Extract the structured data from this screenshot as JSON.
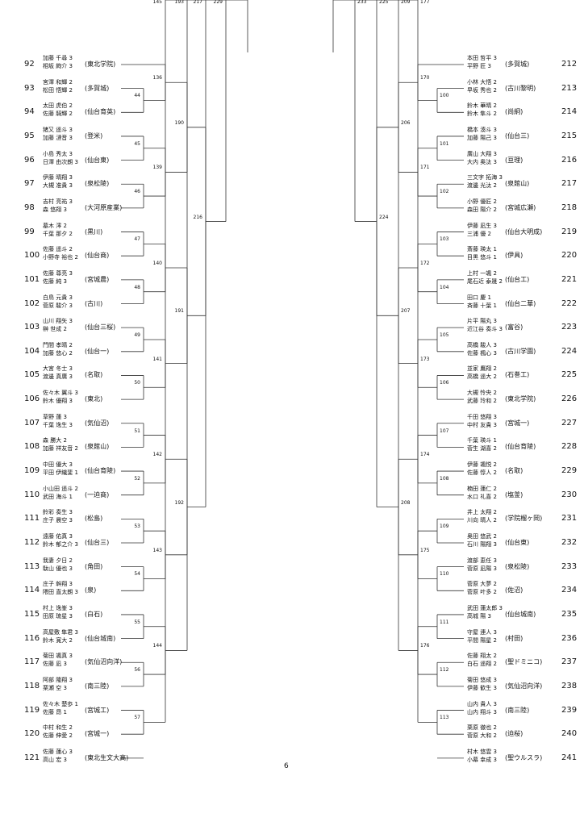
{
  "page_number": "6",
  "left_entries": [
    {
      "seed": "92",
      "players": [
        "加藤 千尋 3",
        "相坂 絢介 3"
      ],
      "school": "(東北学院)"
    },
    {
      "seed": "93",
      "players": [
        "宮澤 和輝 2",
        "松田 悟輝 2"
      ],
      "school": "(多賀城)"
    },
    {
      "seed": "94",
      "players": [
        "太田 虎伯 2",
        "佐藤 騎輝 2"
      ],
      "school": "(仙台育英)"
    },
    {
      "seed": "95",
      "players": [
        "猪又 遥斗 3",
        "加藤 漣音 3"
      ],
      "school": "(登米)"
    },
    {
      "seed": "96",
      "players": [
        "小島 秀太 3",
        "日澤 由次朗 3"
      ],
      "school": "(仙台東)"
    },
    {
      "seed": "97",
      "players": [
        "伊藤 晴翔 3",
        "大槻 准貴 3"
      ],
      "school": "(泉松陵)"
    },
    {
      "seed": "98",
      "players": [
        "吉村 亮祐 3",
        "森 悠翔 3"
      ],
      "school": "(大河原産業)"
    },
    {
      "seed": "99",
      "players": [
        "墓木 澪 2",
        "千葉 那夕 2"
      ],
      "school": "(黒川)"
    },
    {
      "seed": "100",
      "players": [
        "佐藤 遥斗 2",
        "小野寺 裕也 2"
      ],
      "school": "(仙台商)"
    },
    {
      "seed": "101",
      "players": [
        "佐藤 尊亮 3",
        "佐藤 純 3"
      ],
      "school": "(宮城農)"
    },
    {
      "seed": "102",
      "players": [
        "白鳥 元貴 3",
        "菅原 駿介 3"
      ],
      "school": "(古川)"
    },
    {
      "seed": "103",
      "players": [
        "山川 翔矢 3",
        "榊 世成 2"
      ],
      "school": "(仙台三桜)"
    },
    {
      "seed": "104",
      "players": [
        "門間 孝晴 2",
        "加藤 悠心 2"
      ],
      "school": "(仙台一)"
    },
    {
      "seed": "105",
      "players": [
        "大宮 冬士 3",
        "渡邊 真廣 3"
      ],
      "school": "(名取)"
    },
    {
      "seed": "106",
      "players": [
        "佐々木 翼斗 3",
        "鈴木 優翔 3"
      ],
      "school": "(東北)"
    },
    {
      "seed": "107",
      "players": [
        "草野 蓮 3",
        "千葉 逸生 3"
      ],
      "school": "(気仙沼)"
    },
    {
      "seed": "108",
      "players": [
        "森 勝大 2",
        "加藤 祥友音 2"
      ],
      "school": "(泉館山)"
    },
    {
      "seed": "109",
      "players": [
        "中田 優大 3",
        "平田 伊織斐 1"
      ],
      "school": "(仙台育陵)"
    },
    {
      "seed": "110",
      "players": [
        "小山田 遥斗 2",
        "武田 海斗 1"
      ],
      "school": "(一迫商)"
    },
    {
      "seed": "111",
      "players": [
        "鈴彩 奏生 3",
        "庄子 晨空 3"
      ],
      "school": "(松島)"
    },
    {
      "seed": "112",
      "players": [
        "遠藤 佑真 3",
        "鈴木 郁之介 3"
      ],
      "school": "(仙台三)"
    },
    {
      "seed": "113",
      "players": [
        "我妻 夕日 2",
        "駄山 優也 3"
      ],
      "school": "(角田)"
    },
    {
      "seed": "114",
      "players": [
        "庄子 幹翔 3",
        "隈田 直太朗 3"
      ],
      "school": "(泉)"
    },
    {
      "seed": "115",
      "players": [
        "村上 逸峯 3",
        "田原 琉星 3"
      ],
      "school": "(白石)"
    },
    {
      "seed": "116",
      "players": [
        "高屋敷 隼君 3",
        "鈴木 寛大 2"
      ],
      "school": "(仙台城南)"
    },
    {
      "seed": "117",
      "players": [
        "菊田 颯真 3",
        "佐藤 凪 3"
      ],
      "school": "(気仙沼向洋)"
    },
    {
      "seed": "118",
      "players": [
        "阿部 隆翔 3",
        "栗瀬 空 3"
      ],
      "school": "(南三陸)"
    },
    {
      "seed": "119",
      "players": [
        "佐々木 楚歩 1",
        "佐藤 昂 1"
      ],
      "school": "(宮城工)"
    },
    {
      "seed": "120",
      "players": [
        "中村 和生 2",
        "佐藤 伸愛 2"
      ],
      "school": "(宮城一)"
    },
    {
      "seed": "121",
      "players": [
        "佐藤 蓮心 3",
        "高山 宏 3"
      ],
      "school": "(東北生文大高)"
    }
  ],
  "right_entries": [
    {
      "seed": "212",
      "players": [
        "本田 哲平 3",
        "平野 匠 3"
      ],
      "school": "(多賀城)"
    },
    {
      "seed": "213",
      "players": [
        "小林 大悟 2",
        "早坂 秀也 2"
      ],
      "school": "(古川黎明)"
    },
    {
      "seed": "214",
      "players": [
        "鈴木 華晴 2",
        "鈴木 隼斗 2"
      ],
      "school": "(尚絅)"
    },
    {
      "seed": "215",
      "players": [
        "橋本 湊斗 3",
        "加藤 陽己 3"
      ],
      "school": "(仙台三)"
    },
    {
      "seed": "216",
      "players": [
        "廣山 大翔 3",
        "大内 奥汰 3"
      ],
      "school": "(亘理)"
    },
    {
      "seed": "217",
      "players": [
        "三文字 拓海 3",
        "渡邊 光汰 2"
      ],
      "school": "(泉館山)"
    },
    {
      "seed": "218",
      "players": [
        "小野 優匠 2",
        "森田 陽介 2"
      ],
      "school": "(宮城広瀬)"
    },
    {
      "seed": "219",
      "players": [
        "伊藤 凪生 3",
        "三浦 優 2"
      ],
      "school": "(仙台大明成)"
    },
    {
      "seed": "220",
      "players": [
        "斎藤 瑛太 1",
        "目黒 悠斗 1"
      ],
      "school": "(伊具)"
    },
    {
      "seed": "221",
      "players": [
        "上村 一颯 2",
        "尾石近 泰晟 2"
      ],
      "school": "(仙台工)"
    },
    {
      "seed": "222",
      "players": [
        "田口 慶 1",
        "斉藤 十葉 1"
      ],
      "school": "(仙台二華)"
    },
    {
      "seed": "223",
      "players": [
        "片平 陽丸 3",
        "近江谷 奏斗 3"
      ],
      "school": "(富谷)"
    },
    {
      "seed": "224",
      "players": [
        "高橋 駿人 3",
        "佐藤 楓心 3"
      ],
      "school": "(古川学園)"
    },
    {
      "seed": "225",
      "players": [
        "並家 鷹翔 2",
        "高橋 遥大 2"
      ],
      "school": "(石巻工)"
    },
    {
      "seed": "226",
      "players": [
        "大槻 怜央 2",
        "武藤 玲和 2"
      ],
      "school": "(東北学院)"
    },
    {
      "seed": "227",
      "players": [
        "千田 悠翔 3",
        "中村 友貴 3"
      ],
      "school": "(宮城一)"
    },
    {
      "seed": "228",
      "players": [
        "千葉 瑛斗 1",
        "菅生 湖喜 2"
      ],
      "school": "(仙台育陵)"
    },
    {
      "seed": "229",
      "players": [
        "伊藤 颯悦 2",
        "佐藤 惇人 2"
      ],
      "school": "(名取)"
    },
    {
      "seed": "230",
      "players": [
        "楠田 蓮仁 2",
        "水口 礼喜 2"
      ],
      "school": "(塩釜)"
    },
    {
      "seed": "231",
      "players": [
        "井上 太翔 2",
        "川向 晴人 2"
      ],
      "school": "(学院榴ヶ岡)"
    },
    {
      "seed": "232",
      "players": [
        "奥田 悠武 2",
        "石川 陽翔 3"
      ],
      "school": "(仙台東)"
    },
    {
      "seed": "233",
      "players": [
        "渡部 恵任 3",
        "菅原 凪陽 3"
      ],
      "school": "(泉松陵)"
    },
    {
      "seed": "234",
      "players": [
        "菅原 大夢 2",
        "菅原 叶多 2"
      ],
      "school": "(佐沼)"
    },
    {
      "seed": "235",
      "players": [
        "武田 蓮太郎 3",
        "高城 陽 3"
      ],
      "school": "(仙台城南)"
    },
    {
      "seed": "236",
      "players": [
        "守屋 連人 3",
        "平間 陽星 2"
      ],
      "school": "(村田)"
    },
    {
      "seed": "237",
      "players": [
        "佐藤 翔太 2",
        "白石 遥翔 2"
      ],
      "school": "(聖ドミニコ)"
    },
    {
      "seed": "238",
      "players": [
        "菊田 悠成 3",
        "伊藤 歓生 3"
      ],
      "school": "(気仙沼向洋)"
    },
    {
      "seed": "239",
      "players": [
        "山内 貴人 3",
        "山内 翔斗 3"
      ],
      "school": "(南三陸)"
    },
    {
      "seed": "240",
      "players": [
        "栗原 徹也 2",
        "菅原 大和 2"
      ],
      "school": "(迫桜)"
    },
    {
      "seed": "241",
      "players": [
        "村木 悠雲 3",
        "小幕 幸成 3"
      ],
      "school": "(聖ウルスラ)"
    }
  ],
  "left_matches": {
    "r1": [
      "44",
      "45",
      "46",
      "47",
      "48",
      "49",
      "50",
      "51",
      "52",
      "53",
      "54",
      "55",
      "56",
      "57"
    ],
    "r2": [
      "136",
      "139",
      "140",
      "141",
      "142",
      "143",
      "144",
      "145"
    ],
    "r3": [
      "190",
      "191",
      "192",
      "193"
    ],
    "r4": [
      "216",
      "217"
    ],
    "r5": [
      "229"
    ]
  },
  "right_matches": {
    "r1": [
      "100",
      "101",
      "102",
      "103",
      "104",
      "105",
      "106",
      "107",
      "108",
      "109",
      "110",
      "111",
      "112",
      "113"
    ],
    "r2": [
      "170",
      "171",
      "172",
      "173",
      "174",
      "175",
      "176",
      "177"
    ],
    "r3": [
      "206",
      "207",
      "208",
      "209"
    ],
    "r4": [
      "224",
      "225"
    ],
    "r5": [
      "233"
    ]
  }
}
